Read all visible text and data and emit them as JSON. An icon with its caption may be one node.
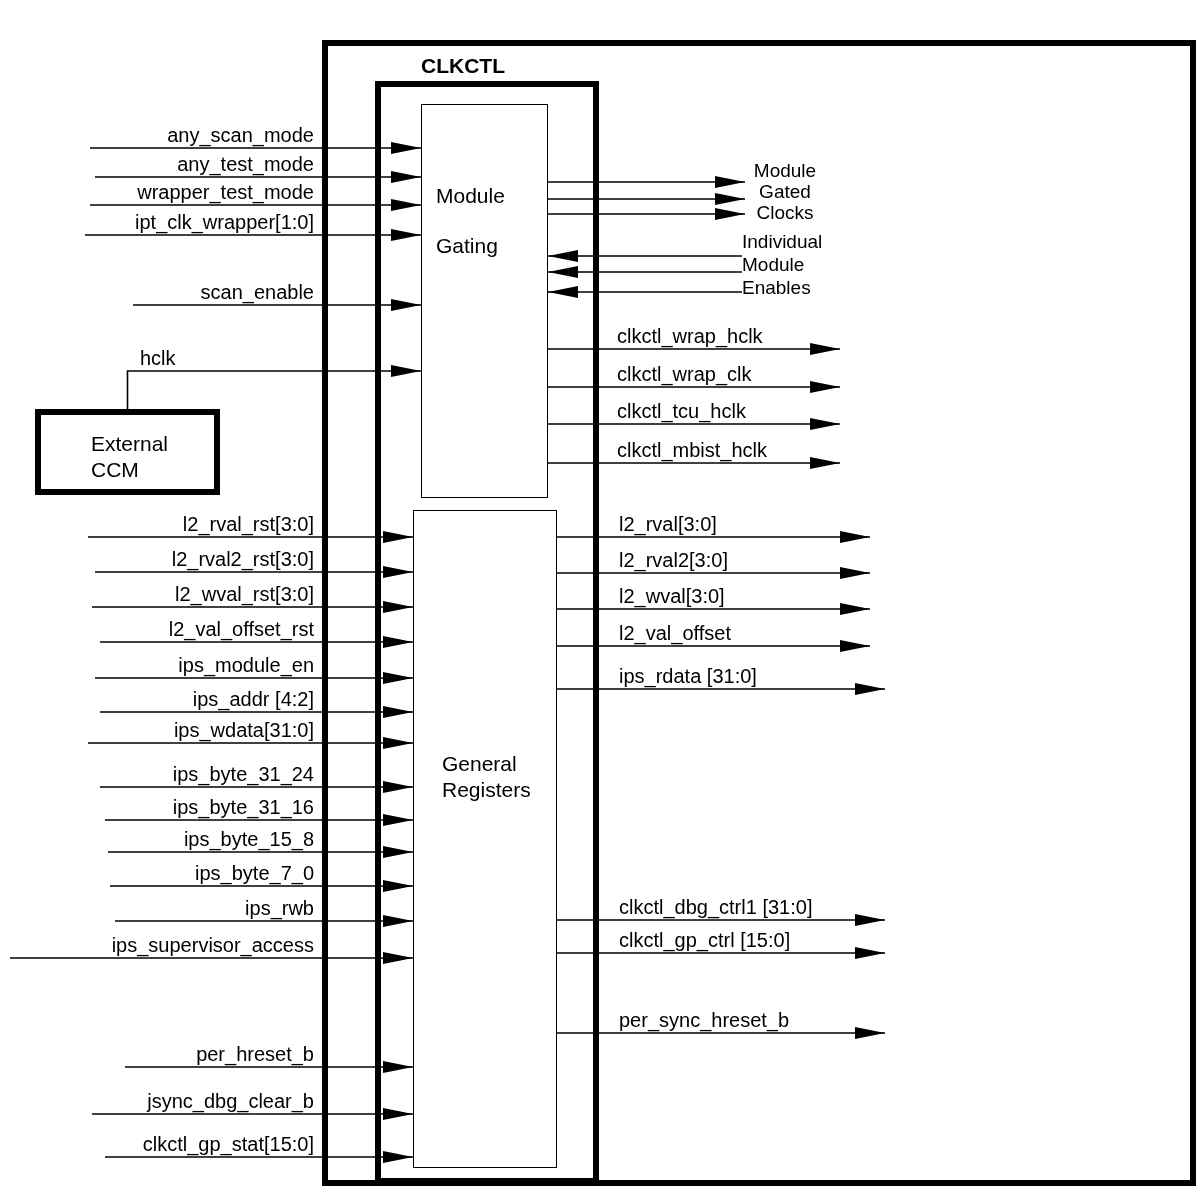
{
  "diagram": {
    "nodes": [
      {
        "text": [],
        "shape": "box"
      },
      {
        "text": [
          "CLKCTL"
        ],
        "in": 0
      },
      {
        "text": [
          "Module Gating"
        ],
        "in": 1
      },
      {
        "text": [
          "General Registers"
        ],
        "in": 1
      },
      {
        "text": [
          "External CCM"
        ]
      },
      {
        "text": [
          "Module Gated Clocks"
        ],
        "in": 0
      },
      {
        "text": [
          "Individual Module Enables"
        ],
        "in": 0
      }
    ],
    "edges": [
      {
        "from": null,
        "to": 2,
        "arrow": "to",
        "label": "any_scan_mode"
      },
      {
        "from": null,
        "to": 2,
        "arrow": "to",
        "label": "any_test_mode"
      },
      {
        "from": null,
        "to": 2,
        "arrow": "to",
        "label": "wrapper_test_mode"
      },
      {
        "from": null,
        "to": 2,
        "arrow": "to",
        "label": "ipt_clk_wrapper[1:0]"
      },
      {
        "from": null,
        "to": 2,
        "arrow": "to",
        "label": "scan_enable"
      },
      {
        "from": 4,
        "to": 2,
        "arrow": "to",
        "label": "hclk"
      },
      {
        "from": 2,
        "to": 5,
        "arrow": "to"
      },
      {
        "from": 2,
        "to": 5,
        "arrow": "to"
      },
      {
        "from": 2,
        "to": 5,
        "arrow": "to"
      },
      {
        "from": 6,
        "to": 2,
        "arrow": "to"
      },
      {
        "from": 6,
        "to": 2,
        "arrow": "to"
      },
      {
        "from": 6,
        "to": 2,
        "arrow": "to"
      },
      {
        "from": 2,
        "to": null,
        "arrow": "to",
        "label": "clkctl_wrap_hclk"
      },
      {
        "from": 2,
        "to": null,
        "arrow": "to",
        "label": "clkctl_wrap_clk"
      },
      {
        "from": 2,
        "to": null,
        "arrow": "to",
        "label": "clkctl_tcu_hclk"
      },
      {
        "from": 2,
        "to": null,
        "arrow": "to",
        "label": "clkctl_mbist_hclk"
      },
      {
        "from": null,
        "to": 3,
        "arrow": "to",
        "label": "l2_rval_rst[3:0]"
      },
      {
        "from": null,
        "to": 3,
        "arrow": "to",
        "label": "l2_rval2_rst[3:0]"
      },
      {
        "from": null,
        "to": 3,
        "arrow": "to",
        "label": "l2_wval_rst[3:0]"
      },
      {
        "from": null,
        "to": 3,
        "arrow": "to",
        "label": "l2_val_offset_rst"
      },
      {
        "from": null,
        "to": 3,
        "arrow": "to",
        "label": "ips_module_en"
      },
      {
        "from": null,
        "to": 3,
        "arrow": "to",
        "label": "ips_addr [4:2]"
      },
      {
        "from": null,
        "to": 3,
        "arrow": "to",
        "label": "ips_wdata[31:0]"
      },
      {
        "from": null,
        "to": 3,
        "arrow": "to",
        "label": "ips_byte_31_24"
      },
      {
        "from": null,
        "to": 3,
        "arrow": "to",
        "label": "ips_byte_31_16"
      },
      {
        "from": null,
        "to": 3,
        "arrow": "to",
        "label": "ips_byte_15_8"
      },
      {
        "from": null,
        "to": 3,
        "arrow": "to",
        "label": "ips_byte_7_0"
      },
      {
        "from": null,
        "to": 3,
        "arrow": "to",
        "label": "ips_rwb"
      },
      {
        "from": null,
        "to": 3,
        "arrow": "to",
        "label": "ips_supervisor_access"
      },
      {
        "from": null,
        "to": 3,
        "arrow": "to",
        "label": "per_hreset_b"
      },
      {
        "from": null,
        "to": 3,
        "arrow": "to",
        "label": "jsync_dbg_clear_b"
      },
      {
        "from": null,
        "to": 3,
        "arrow": "to",
        "label": "clkctl_gp_stat[15:0]"
      },
      {
        "from": 3,
        "to": null,
        "arrow": "to",
        "label": "l2_rval[3:0]"
      },
      {
        "from": 3,
        "to": null,
        "arrow": "to",
        "label": "l2_rval2[3:0]"
      },
      {
        "from": 3,
        "to": null,
        "arrow": "to",
        "label": "l2_wval[3:0]"
      },
      {
        "from": 3,
        "to": null,
        "arrow": "to",
        "label": "l2_val_offset"
      },
      {
        "from": 3,
        "to": null,
        "arrow": "to",
        "label": "ips_rdata [31:0]"
      },
      {
        "from": 3,
        "to": null,
        "arrow": "to",
        "label": "clkctl_dbg_ctrl1 [31:0]"
      },
      {
        "from": 3,
        "to": null,
        "arrow": "to",
        "label": "clkctl_gp_ctrl [15:0]"
      },
      {
        "from": 3,
        "to": null,
        "arrow": "to",
        "label": "per_sync_hreset_b"
      }
    ]
  }
}
